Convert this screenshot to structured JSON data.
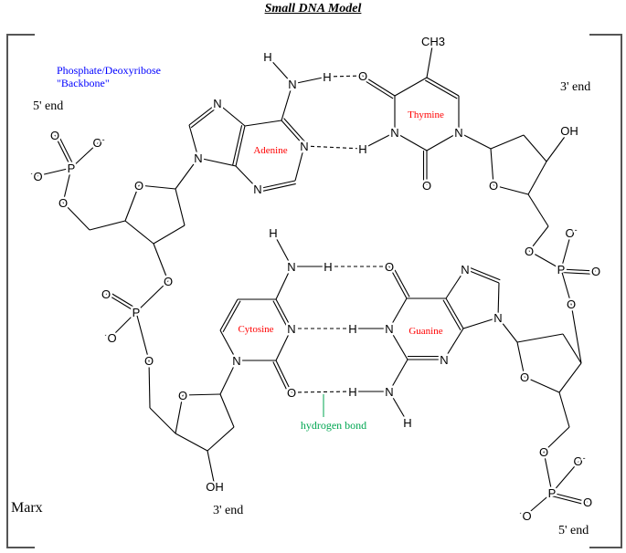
{
  "title": "Small DNA Model",
  "labels": {
    "backbone_line1": "Phosphate/Deoxyribose",
    "backbone_line2": "\"Backbone\"",
    "five_prime_top_left": "5' end",
    "three_prime_top_right": "3' end",
    "three_prime_bottom": "3' end",
    "five_prime_bottom_right": "5' end",
    "author": "Marx",
    "adenine": "Adenine",
    "thymine": "Thymine",
    "cytosine": "Cytosine",
    "guanine": "Guanine",
    "hydrogen_bond": "hydrogen bond"
  },
  "colors": {
    "backbone_label": "#0000ff",
    "base_label": "#ff0000",
    "hydrogen_bond_label": "#00a651",
    "bracket": "#555555"
  },
  "atoms": {
    "p1_Oeq": "O",
    "p1_Om": "O-",
    "p1_mO": "-O",
    "p1_P": "P",
    "p1_O5": "O",
    "s1_O": "O",
    "A_N9": "N",
    "A_N7": "N",
    "A_N3": "N",
    "A_N1": "N",
    "A_N6": "N",
    "A_H6a": "H",
    "A_H6b": "H",
    "T_O4": "O",
    "T_CH3": "CH3",
    "T_N1": "N",
    "T_O2": "O",
    "T_N3": "N",
    "T_H3": "H",
    "s2_OH": "OH",
    "s2_O": "O",
    "p2_O5": "O",
    "p2_P": "P",
    "p2_Om": "O-",
    "p2_Oeq": "O",
    "p2_O3": "O",
    "s4_O": "O",
    "p4_O5": "O",
    "p4_P": "P",
    "p4_Om": "O-",
    "p4_Oeq": "O",
    "p4_mO": "-O",
    "G_N9": "N",
    "G_N7": "N",
    "G_N3": "N",
    "G_N1": "N",
    "G_O6": "O",
    "G_H1": "H",
    "G_N2": "N",
    "G_H2a": "H",
    "G_H2b": "H",
    "C_N4": "N",
    "C_H4a": "H",
    "C_H4b": "H",
    "C_N3": "N",
    "C_O2": "O",
    "C_N1": "N",
    "s3_O": "O",
    "s3_OH": "OH",
    "p3_O5": "O",
    "p3_P": "P",
    "p3_Oeq": "O",
    "p3_mO": "-O",
    "p3_O3": "O"
  }
}
